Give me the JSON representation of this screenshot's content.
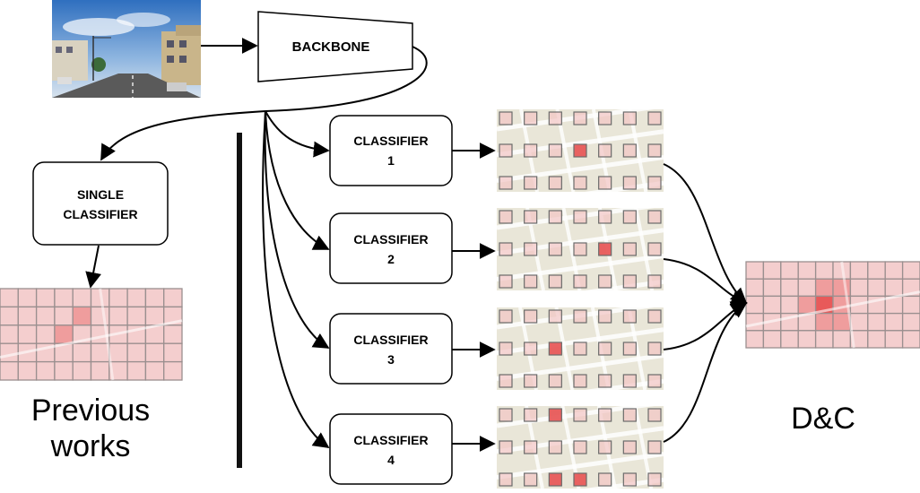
{
  "input_image": {
    "icon": "street-scene-photo"
  },
  "backbone": {
    "label": "BACKBONE"
  },
  "single_classifier": {
    "line1": "SINGLE",
    "line2": "CLASSIFIER"
  },
  "classifiers": [
    {
      "line1": "CLASSIFIER",
      "line2": "1"
    },
    {
      "line1": "CLASSIFIER",
      "line2": "2"
    },
    {
      "line1": "CLASSIFIER",
      "line2": "3"
    },
    {
      "line1": "CLASSIFIER",
      "line2": "4"
    }
  ],
  "captions": {
    "previous_line1": "Previous",
    "previous_line2": "works",
    "dc": "D&C"
  },
  "colors": {
    "map_bg": "#e9e6d8",
    "cell_outline": "#6b6b6b",
    "cell_light": "#f2c4c4",
    "cell_active": "#e85a5a",
    "sky": "#3f7fc9",
    "road": "#5a5a5a"
  },
  "grids": {
    "classifier_1": {
      "rows": 3,
      "cols": 7,
      "active": [
        [
          1,
          3
        ]
      ]
    },
    "classifier_2": {
      "rows": 3,
      "cols": 7,
      "active": [
        [
          1,
          4
        ]
      ]
    },
    "classifier_3": {
      "rows": 3,
      "cols": 7,
      "active": [
        [
          1,
          2
        ]
      ]
    },
    "classifier_4": {
      "rows": 3,
      "cols": 7,
      "active": [
        [
          0,
          2
        ],
        [
          2,
          2
        ],
        [
          2,
          3
        ]
      ]
    }
  }
}
